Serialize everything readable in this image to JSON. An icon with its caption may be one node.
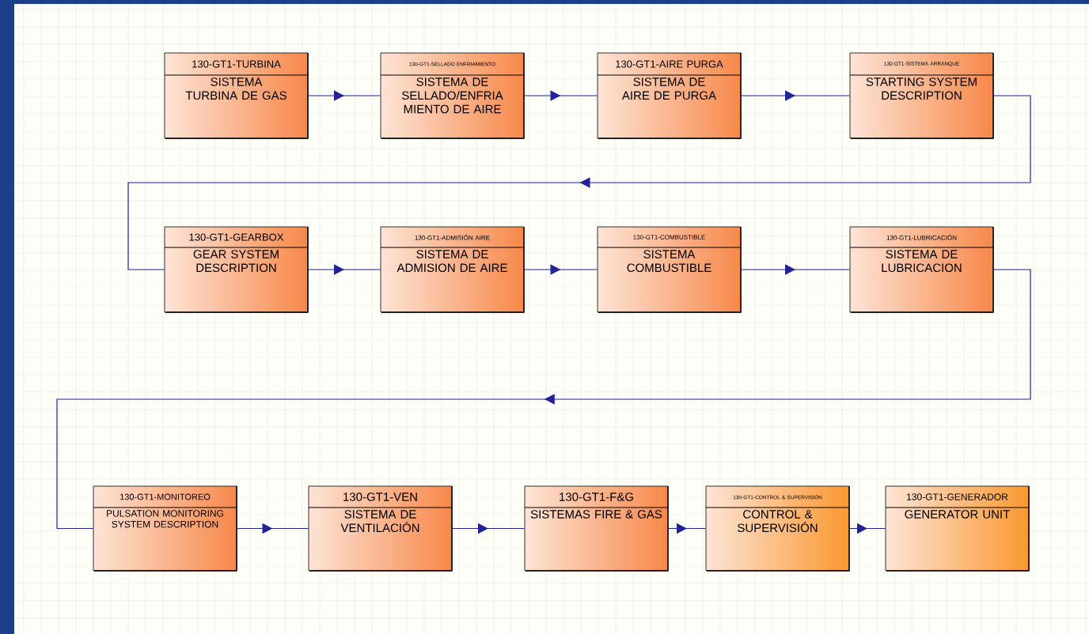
{
  "diagram": {
    "nodes": [
      {
        "text": [
          "130-GT1-TURBINA",
          "SISTEMA TURBINA DE GAS"
        ]
      },
      {
        "text": [
          "130-GT1-SELLADO ENFRIAMIENTO",
          "SISTEMA DE SELLADO/ENFRIA MIENTO DE AIRE"
        ]
      },
      {
        "text": [
          "130-GT1-AIRE PURGA",
          "SISTEMA DE AIRE DE PURGA"
        ]
      },
      {
        "text": [
          "130-GT1-SISTEMA ARRANQUE",
          "STARTING SYSTEM DESCRIPTION"
        ]
      },
      {
        "text": [
          "130-GT1-GEARBOX",
          "GEAR SYSTEM DESCRIPTION"
        ]
      },
      {
        "text": [
          "130-GT1-ADMISIÓN AIRE",
          "SISTEMA DE ADMISION DE AIRE"
        ]
      },
      {
        "text": [
          "130-GT1-COMBUSTIBLE",
          "SISTEMA COMBUSTIBLE"
        ]
      },
      {
        "text": [
          "130-GT1-LUBRICACIÓN",
          "SISTEMA DE LUBRICACION"
        ]
      },
      {
        "text": [
          "130-GT1-MONITOREO",
          "PULSATION MONITORING SYSTEM DESCRIPTION"
        ]
      },
      {
        "text": [
          "130-GT1-VEN",
          "SISTEMA DE VENTILACIÓN"
        ]
      },
      {
        "text": [
          "130-GT1-F&G",
          "SISTEMAS FIRE & GAS"
        ]
      },
      {
        "text": [
          "130-GT1-CONTROL & SUPERVISIÓN",
          "CONTROL & SUPERVISIÓN"
        ]
      },
      {
        "text": [
          "130-GT1-GENERADOR",
          "GENERATOR UNIT"
        ]
      }
    ],
    "edges": [
      {
        "from": 0,
        "to": 1,
        "arrow": "to"
      },
      {
        "from": 1,
        "to": 2,
        "arrow": "to"
      },
      {
        "from": 2,
        "to": 3,
        "arrow": "to"
      },
      {
        "from": 3,
        "to": 4,
        "arrow": "to"
      },
      {
        "from": 4,
        "to": 5,
        "arrow": "to"
      },
      {
        "from": 5,
        "to": 6,
        "arrow": "to"
      },
      {
        "from": 6,
        "to": 7,
        "arrow": "to"
      },
      {
        "from": 7,
        "to": 8,
        "arrow": "to"
      },
      {
        "from": 8,
        "to": 9,
        "arrow": "to"
      },
      {
        "from": 9,
        "to": 10,
        "arrow": "to"
      },
      {
        "from": 10,
        "to": 11,
        "arrow": "to"
      },
      {
        "from": 11,
        "to": 12,
        "arrow": "to"
      }
    ]
  }
}
